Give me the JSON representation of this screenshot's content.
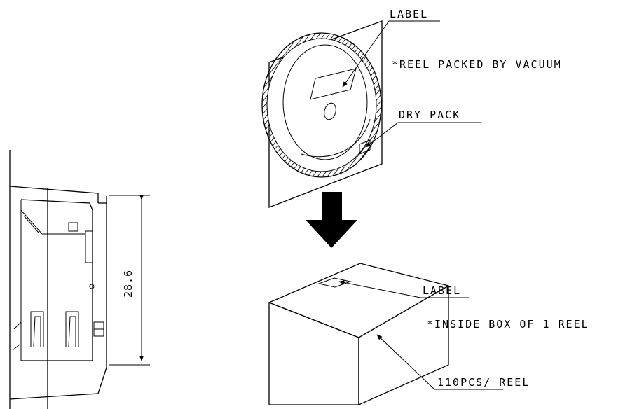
{
  "dimension": {
    "value": "28.6"
  },
  "reel": {
    "label_text": "LABEL",
    "vacuum_note": "*REEL PACKED BY VACUUM",
    "dry_pack_text": "DRY PACK"
  },
  "box": {
    "label_text": "LABEL",
    "inside_note": "*INSIDE BOX OF 1 REEL",
    "quantity_text": "110PCS/ REEL"
  },
  "colors": {
    "ink": "#000000",
    "background": "#ffffff"
  }
}
